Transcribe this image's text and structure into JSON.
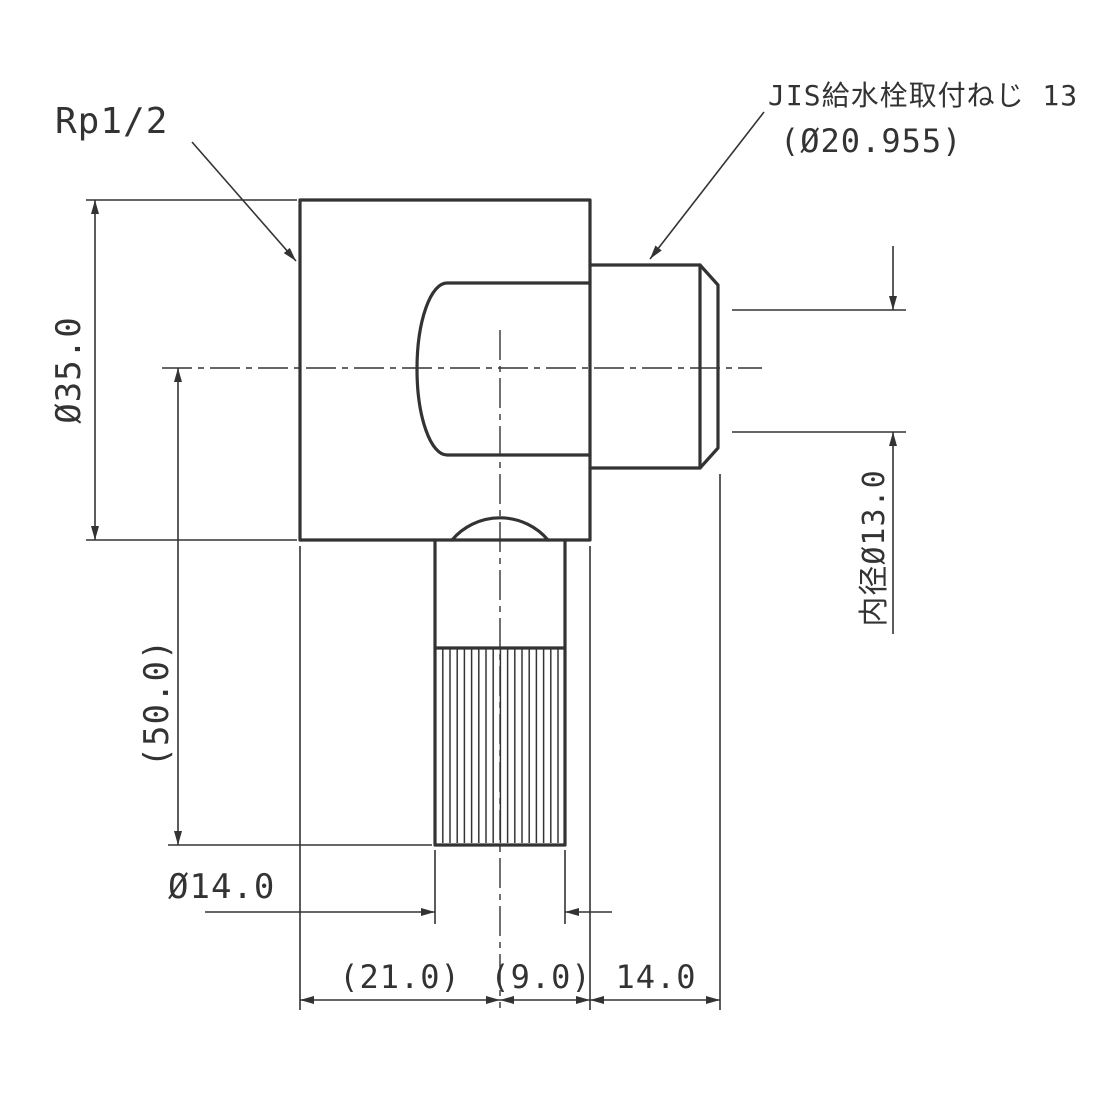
{
  "labels": {
    "rp_thread": "Rp1/2",
    "jis_thread_line1": "JIS給水栓取付ねじ 13",
    "jis_thread_line2": "(Ø20.955)",
    "body_diameter": "Ø35.0",
    "shank_length": "(50.0)",
    "inner_diameter": "内径Ø13.0",
    "shank_diameter": "Ø14.0",
    "dim_21": "(21.0)",
    "dim_9": "(9.0)",
    "dim_14": "14.0"
  },
  "colors": {
    "line": "#333333",
    "background": "#ffffff"
  }
}
